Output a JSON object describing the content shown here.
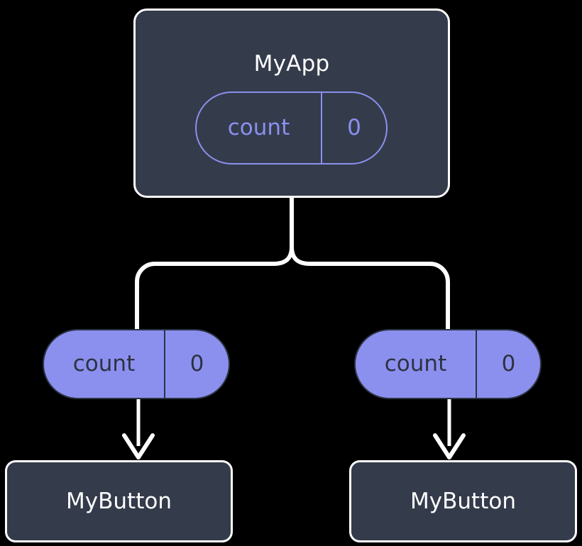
{
  "diagram": {
    "type": "component-tree",
    "background_color": "#000000",
    "node_fill": "#343b4b",
    "node_border": "#fdfdfd",
    "accent_color": "#8b90ef",
    "accent_text_color": "#2d3342",
    "connector_color": "#ffffff",
    "parent": {
      "title": "MyApp",
      "state_chip": {
        "key": "count",
        "value": "0",
        "style": "outline"
      }
    },
    "children": [
      {
        "props_chip": {
          "key": "count",
          "value": "0",
          "style": "filled"
        },
        "label": "MyButton"
      },
      {
        "props_chip": {
          "key": "count",
          "value": "0",
          "style": "filled"
        },
        "label": "MyButton"
      }
    ]
  }
}
